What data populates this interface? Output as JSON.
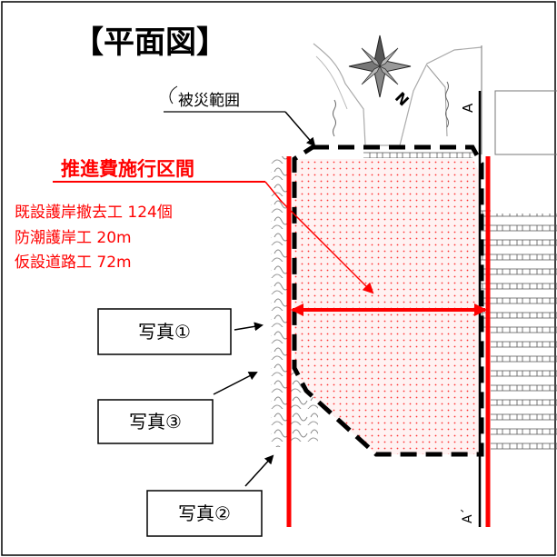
{
  "title": "【平面図】",
  "damage_area_label": "被災範囲",
  "section_heading": "推進費施行区間",
  "work_items": [
    "既設護岸撤去工 124個",
    "防潮護岸工 20m",
    "仮設道路工 72m"
  ],
  "photo_labels": [
    "写真①",
    "写真③",
    "写真②"
  ],
  "compass_label": "N",
  "section_marker_top": "A",
  "section_marker_bottom": "A´",
  "colors": {
    "highlight": "#ff0000",
    "dot_fill": "#ffe6e6",
    "boundary": "#000000"
  }
}
